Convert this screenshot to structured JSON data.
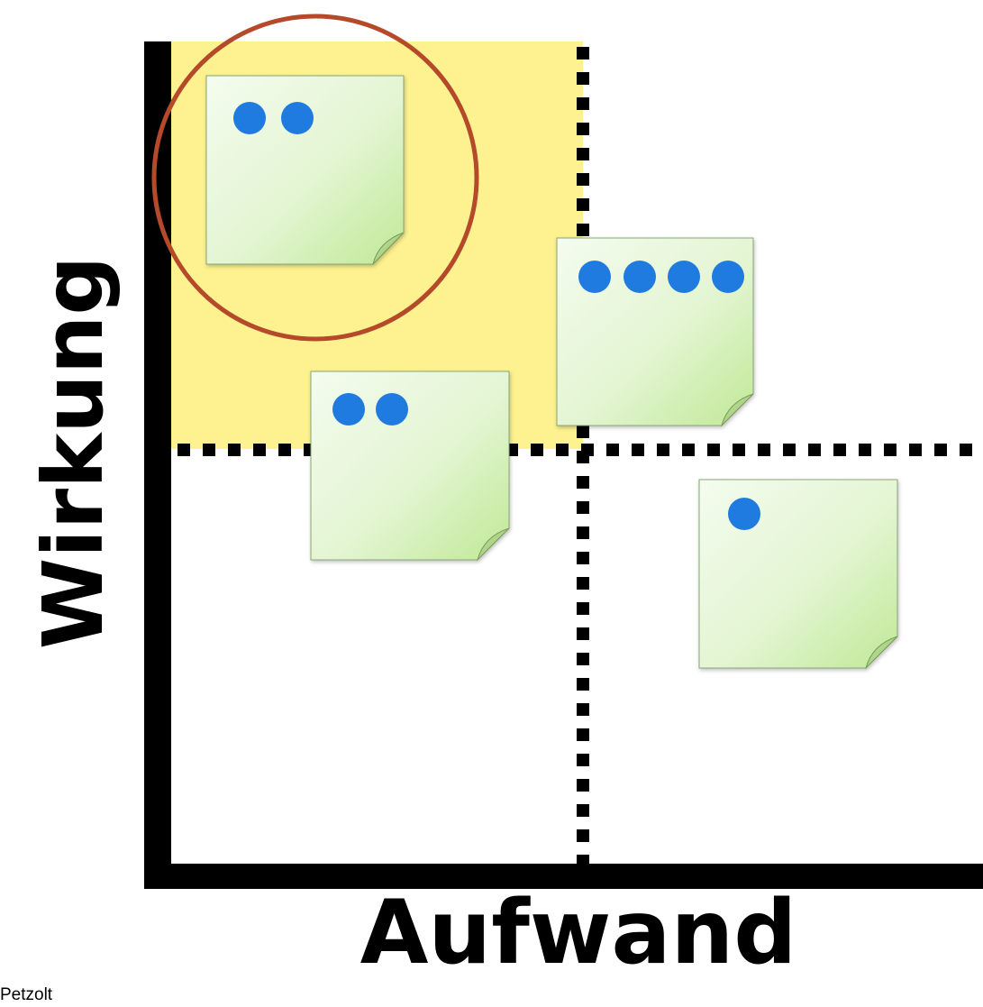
{
  "diagram": {
    "y_axis_label": "Wirkung",
    "x_axis_label": "Aufwand",
    "credit": "Petzolt",
    "colors": {
      "highlight_quadrant": "#fdf28f",
      "axis": "#000000",
      "circle": "#b44a2a",
      "dot": "#1f7be0",
      "note_light": "#f2fbec",
      "note_dark": "#c4eb9a"
    },
    "notes": [
      {
        "name": "note-1",
        "votes": 2,
        "highlighted": true
      },
      {
        "name": "note-2",
        "votes": 4,
        "highlighted": false
      },
      {
        "name": "note-3",
        "votes": 2,
        "highlighted": false
      },
      {
        "name": "note-4",
        "votes": 1,
        "highlighted": false
      }
    ]
  }
}
